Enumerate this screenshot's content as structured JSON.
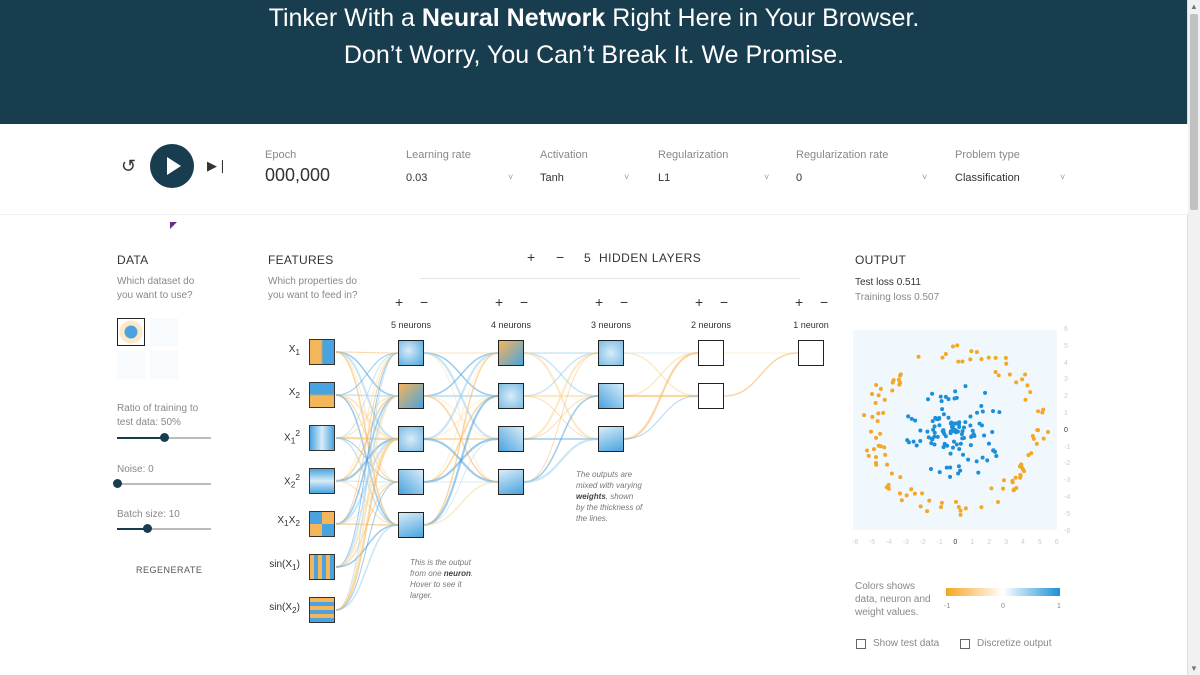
{
  "header": {
    "line1_pre": "Tinker With a ",
    "line1_bold": "Neural Network",
    "line1_post": " Right Here in Your Browser.",
    "line2": "Don’t Worry, You Can’t Break It. We Promise."
  },
  "controls": {
    "epoch_label": "Epoch",
    "epoch_value": "000,000",
    "learning_rate_label": "Learning rate",
    "learning_rate_value": "0.03",
    "activation_label": "Activation",
    "activation_value": "Tanh",
    "regularization_label": "Regularization",
    "regularization_value": "L1",
    "regularization_rate_label": "Regularization rate",
    "regularization_rate_value": "0",
    "problem_type_label": "Problem type",
    "problem_type_value": "Classification"
  },
  "data_panel": {
    "title": "DATA",
    "question": "Which dataset do you want to use?",
    "ratio_label": "Ratio of training to test data:",
    "ratio_value": "50%",
    "ratio_fraction": 0.5,
    "noise_label": "Noise:",
    "noise_value": "0",
    "noise_fraction": 0.0,
    "batch_label": "Batch size:",
    "batch_value": "10",
    "batch_fraction": 0.32,
    "regenerate": "REGENERATE"
  },
  "features": {
    "title": "FEATURES",
    "question": "Which properties do you want to feed in?",
    "items": [
      "X1",
      "X2",
      "X1²",
      "X2²",
      "X1X2",
      "sin(X1)",
      "sin(X2)"
    ]
  },
  "network": {
    "plus": "+",
    "minus": "−",
    "hidden_layers_count": "5",
    "hidden_layers_label": "HIDDEN LAYERS",
    "layers": [
      {
        "label": "5 neurons",
        "neurons": 5
      },
      {
        "label": "4 neurons",
        "neurons": 4
      },
      {
        "label": "3 neurons",
        "neurons": 3
      },
      {
        "label": "2 neurons",
        "neurons": 2
      },
      {
        "label": "1 neuron",
        "neurons": 1
      }
    ],
    "annotation_weights": [
      "The outputs are",
      "mixed with varying",
      "weights",
      ", shown",
      "by the thickness of",
      "the lines."
    ],
    "annotation_neuron": [
      "This is the output",
      "from one ",
      "neuron",
      ".",
      "Hover to see it",
      "larger."
    ]
  },
  "output": {
    "title": "OUTPUT",
    "test_loss_label": "Test loss",
    "test_loss_value": "0.511",
    "training_loss_label": "Training loss",
    "training_loss_value": "0.507",
    "y_ticks": [
      "6",
      "5",
      "4",
      "3",
      "2",
      "1",
      "0",
      "-1",
      "-2",
      "-3",
      "-4",
      "-5",
      "-6"
    ],
    "x_ticks": [
      "-6",
      "-5",
      "-4",
      "-3",
      "-2",
      "-1",
      "0",
      "1",
      "2",
      "3",
      "4",
      "5",
      "6"
    ],
    "legend_text": "Colors shows data, neuron and weight values.",
    "legend_min": "-1",
    "legend_mid": "0",
    "legend_max": "1",
    "show_test_data": "Show test data",
    "discretize_output": "Discretize output"
  },
  "colors": {
    "header_bg": "#183d4e",
    "positive": "#1b8fd8",
    "negative": "#f5a623"
  }
}
